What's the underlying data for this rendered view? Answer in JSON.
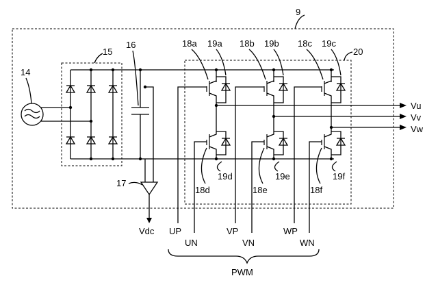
{
  "labels": {
    "inverter_device": "9",
    "ac_source": "14",
    "rectifier": "15",
    "capacitor": "16",
    "voltage_sensor": "17",
    "inverter_block": "20",
    "switch_upper_u": "18a",
    "diode_upper_u": "19a",
    "switch_upper_v": "18b",
    "diode_upper_v": "19b",
    "switch_upper_w": "18c",
    "diode_upper_w": "19c",
    "switch_lower_u": "18d",
    "diode_lower_u": "19d",
    "switch_lower_v": "18e",
    "diode_lower_v": "19e",
    "switch_lower_w": "18f",
    "diode_lower_w": "19f"
  },
  "outputs": {
    "u": "Vu",
    "v": "Vv",
    "w": "Vw"
  },
  "signals": {
    "vdc": "Vdc",
    "up": "UP",
    "un": "UN",
    "vp": "VP",
    "vn": "VN",
    "wp": "WP",
    "wn": "WN",
    "pwm": "PWM"
  }
}
